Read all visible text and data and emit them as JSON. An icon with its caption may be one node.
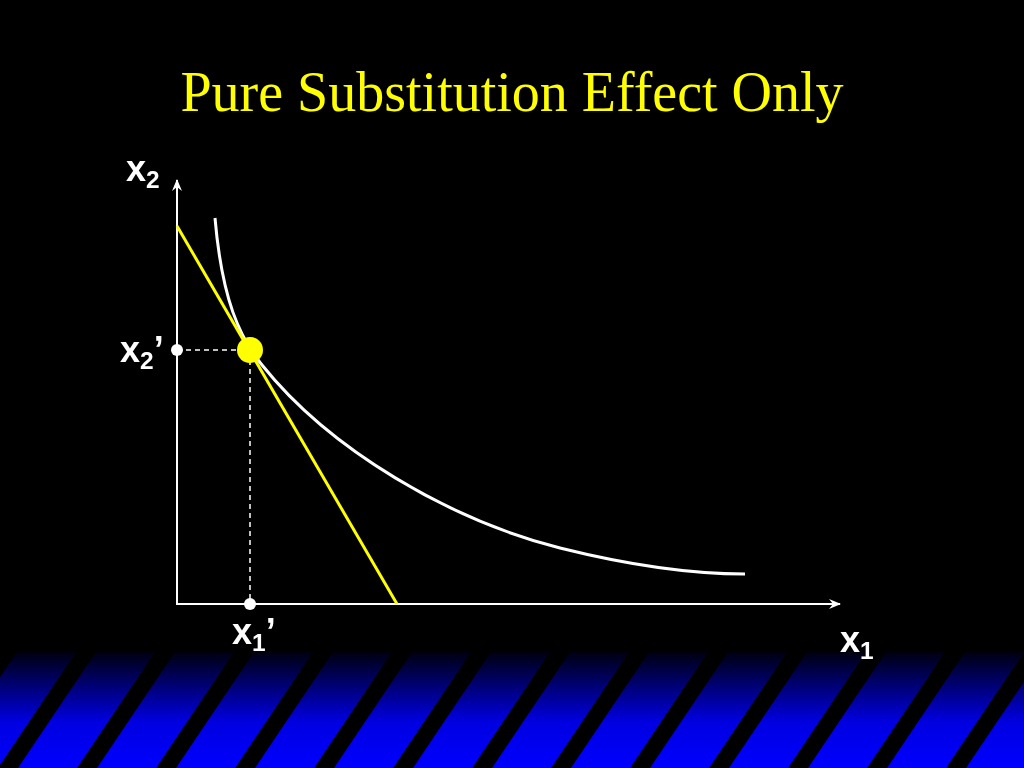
{
  "diagram": {
    "title": "Pure Substitution Effect Only",
    "labels": [
      "x$_{2}$",
      "x$_{2}$’",
      "x$_{1}$’",
      "x$_{1}$"
    ]
  }
}
